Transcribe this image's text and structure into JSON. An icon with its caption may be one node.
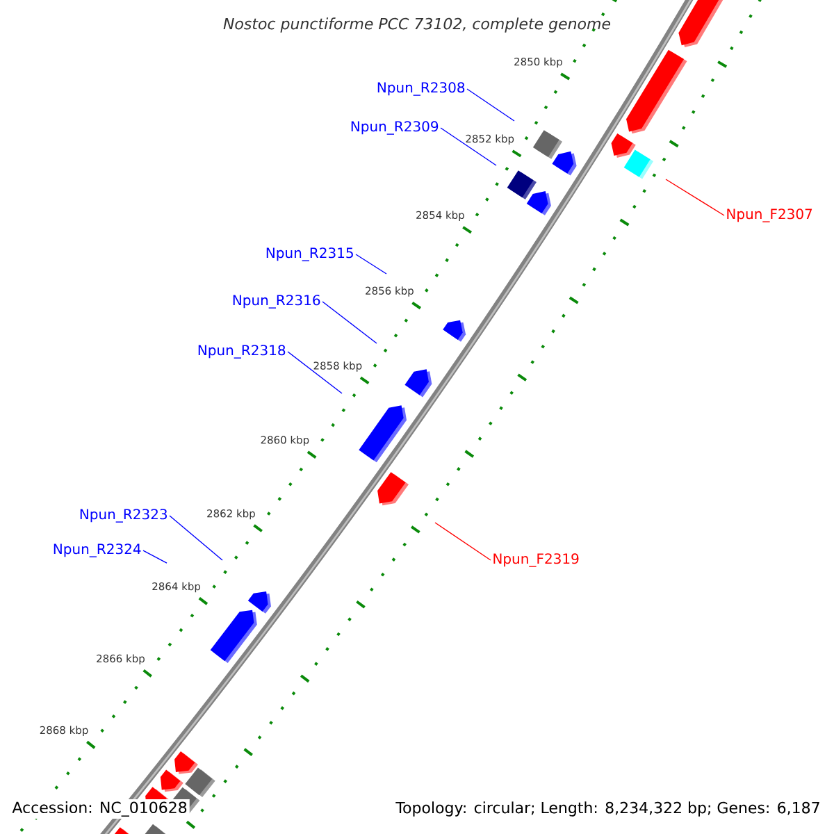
{
  "diagram": {
    "title": "Nostoc punctiforme PCC 73102, complete genome",
    "nodes": [
      {
        "text": [
          "Npun_R2308"
        ]
      },
      {
        "text": [
          "Npun_R2309"
        ]
      },
      {
        "text": [
          "Npun_F2307"
        ]
      },
      {
        "text": [
          "Npun_R2315"
        ]
      },
      {
        "text": [
          "Npun_R2316"
        ]
      },
      {
        "text": [
          "Npun_R2318"
        ]
      },
      {
        "text": [
          "Npun_R2323"
        ]
      },
      {
        "text": [
          "Npun_R2324"
        ]
      },
      {
        "text": [
          "Npun_F2319"
        ]
      }
    ],
    "edges": [
      {
        "from": 0,
        "to": null,
        "arrow": "none"
      },
      {
        "from": 1,
        "to": null,
        "arrow": "none"
      },
      {
        "from": 2,
        "to": null,
        "arrow": "none",
        "color": "#ff0000"
      },
      {
        "from": 3,
        "to": null,
        "arrow": "none"
      },
      {
        "from": 4,
        "to": null,
        "arrow": "none"
      },
      {
        "from": 5,
        "to": null,
        "arrow": "none"
      },
      {
        "from": 6,
        "to": null,
        "arrow": "none"
      },
      {
        "from": 7,
        "to": null,
        "arrow": "none"
      },
      {
        "from": 8,
        "to": null,
        "arrow": "none",
        "color": "#ff0000"
      }
    ],
    "labels": [
      "2850 kbp",
      "2852 kbp",
      "2854 kbp",
      "2856 kbp",
      "2858 kbp",
      "2860 kbp",
      "2862 kbp",
      "2864 kbp",
      "2866 kbp",
      "2868 kbp",
      "Accession: NC_010628",
      "Topology: circular; Length: 8,234,322 bp; Genes: 6,187"
    ]
  }
}
